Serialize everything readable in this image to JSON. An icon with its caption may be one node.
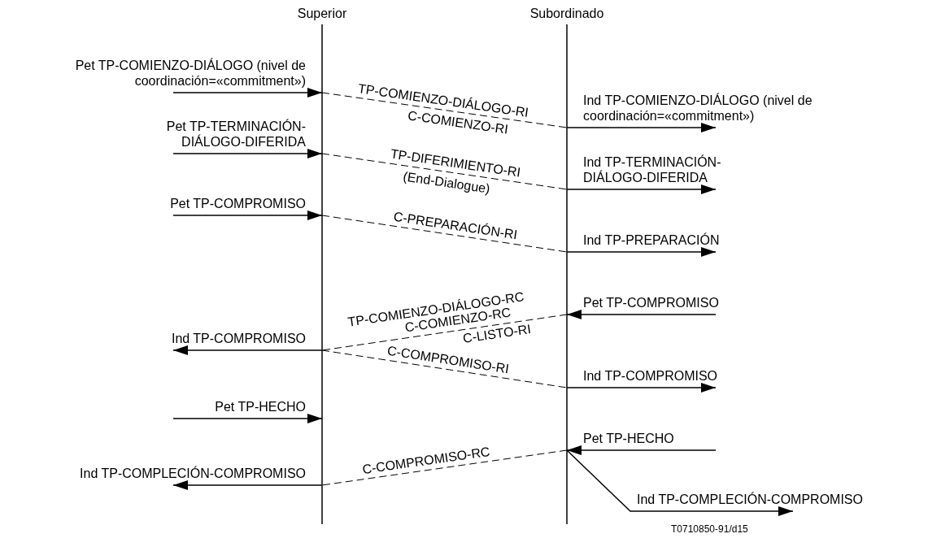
{
  "diagram": {
    "nodes": [
      {
        "text": [
          "Superior"
        ]
      },
      {
        "text": [
          "Subordinado"
        ]
      }
    ],
    "edges": [
      {
        "from": null,
        "to": 0,
        "arrow": "to",
        "label": "Pet TP-COMIENZO-DIÁLOGO (nivel de coordinación=«commitment»)"
      },
      {
        "from": 0,
        "to": 1,
        "arrow": "none",
        "style": "dashed",
        "label": [
          "TP-COMIENZO-DIÁLOGO-RI",
          "C-COMIENZO-RI"
        ]
      },
      {
        "from": 1,
        "to": null,
        "arrow": "to",
        "label": "Ind TP-COMIENZO-DIÁLOGO (nivel de coordinación=«commitment»)"
      },
      {
        "from": null,
        "to": 0,
        "arrow": "to",
        "label": "Pet TP-TERMINACIÓN- DIÁLOGO-DIFERIDA"
      },
      {
        "from": 0,
        "to": 1,
        "arrow": "none",
        "style": "dashed",
        "label": [
          "TP-DIFERIMIENTO-RI",
          "(End-Dialogue)"
        ]
      },
      {
        "from": 1,
        "to": null,
        "arrow": "to",
        "label": "Ind TP-TERMINACIÓN- DIÁLOGO-DIFERIDA"
      },
      {
        "from": null,
        "to": 0,
        "arrow": "to",
        "label": "Pet TP-COMPROMISO"
      },
      {
        "from": 0,
        "to": 1,
        "arrow": "none",
        "style": "dashed",
        "label": [
          "C-PREPARACIÓN-RI"
        ]
      },
      {
        "from": 1,
        "to": null,
        "arrow": "to",
        "label": "Ind TP-PREPARACIÓN"
      },
      {
        "from": null,
        "to": 1,
        "arrow": "to",
        "label": "Pet TP-COMPROMISO"
      },
      {
        "from": 1,
        "to": 0,
        "arrow": "none",
        "style": "dashed",
        "label": [
          "TP-COMIENZO-DIÁLOGO-RC",
          "C-COMIENZO-RC",
          "C-LISTO-RI"
        ]
      },
      {
        "from": 0,
        "to": null,
        "arrow": "to",
        "label": "Ind TP-COMPROMISO"
      },
      {
        "from": 0,
        "to": 1,
        "arrow": "none",
        "style": "dashed",
        "label": [
          "C-COMPROMISO-RI"
        ]
      },
      {
        "from": 1,
        "to": null,
        "arrow": "to",
        "label": "Ind TP-COMPROMISO"
      },
      {
        "from": null,
        "to": 0,
        "arrow": "to",
        "label": "Pet TP-HECHO"
      },
      {
        "from": null,
        "to": 1,
        "arrow": "to",
        "label": "Pet TP-HECHO"
      },
      {
        "from": 1,
        "to": 0,
        "arrow": "none",
        "style": "dashed",
        "label": [
          "C-COMPROMISO-RC"
        ]
      },
      {
        "from": 0,
        "to": null,
        "arrow": "to",
        "label": "Ind TP-COMPLECIÓN-COMPROMISO"
      },
      {
        "from": 1,
        "to": null,
        "arrow": "to",
        "label": "Ind TP-COMPLECIÓN-COMPROMISO"
      }
    ],
    "labels": [
      "T0710850-91/d15"
    ]
  }
}
